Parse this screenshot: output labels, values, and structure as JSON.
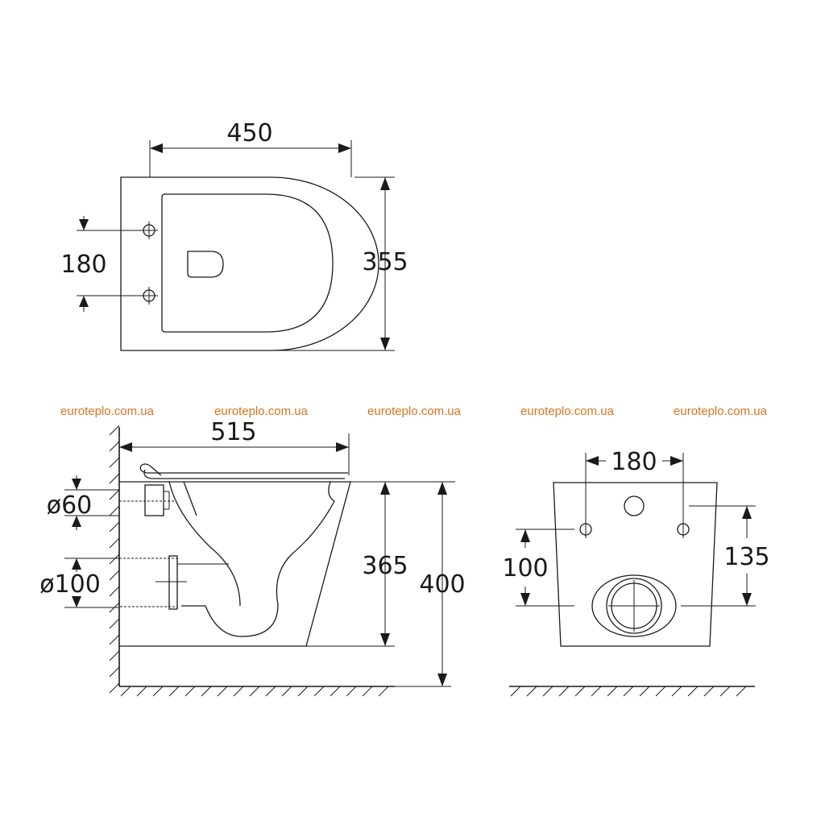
{
  "watermarks": [
    "euroteplo.com.ua",
    "euroteplo.com.ua",
    "euroteplo.com.ua",
    "euroteplo.com.ua",
    "euroteplo.com.ua"
  ],
  "top_view": {
    "width_label": "450",
    "depth_label": "355",
    "hole_spacing_label": "180"
  },
  "side_view": {
    "length_label": "515",
    "inlet_label": "ø60",
    "outlet_label": "ø100",
    "rim_height_label": "365",
    "total_height_label": "400"
  },
  "back_view": {
    "hole_spacing_label": "180",
    "outlet_axis_label": "100",
    "hole_height_label": "135"
  },
  "colors": {
    "line": "#1a1a1a",
    "watermark": "#d8731f",
    "background": "#ffffff"
  }
}
